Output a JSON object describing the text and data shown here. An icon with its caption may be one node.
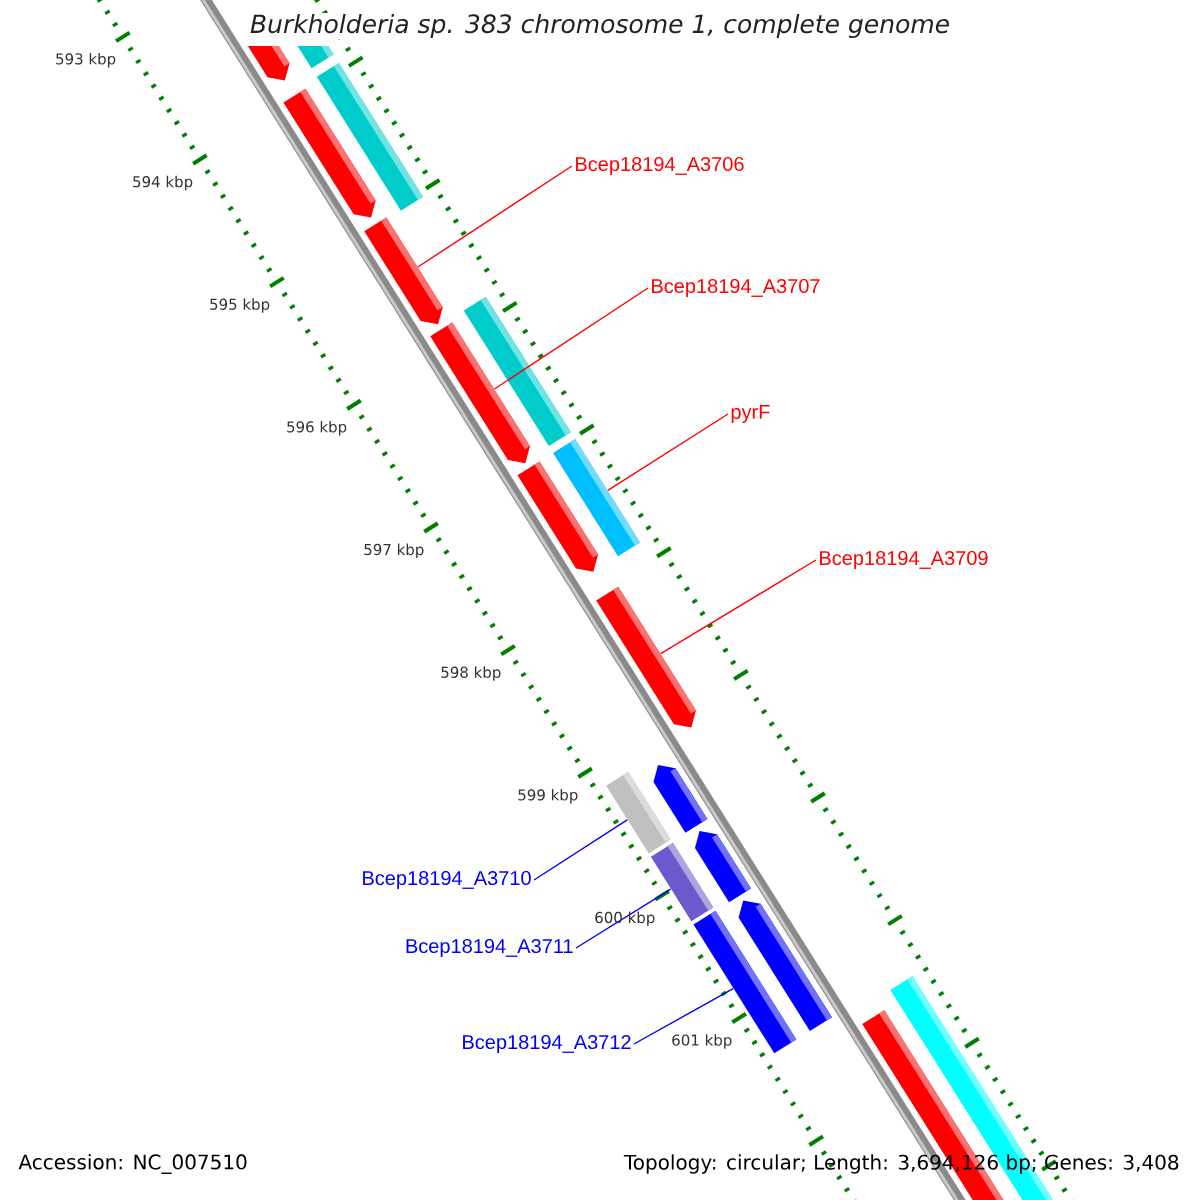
{
  "diagram": {
    "title": "Burkholderia sp. 383 chromosome 1, complete genome",
    "nodes": [
      {
        "text": [
          "Bcep18194_A3706"
        ]
      },
      {
        "text": [
          "Bcep18194_A3707"
        ]
      },
      {
        "text": [
          "pyrF"
        ]
      },
      {
        "text": [
          "Bcep18194_A3709"
        ]
      },
      {
        "text": [
          "Bcep18194_A3710"
        ]
      },
      {
        "text": [
          "Bcep18194_A3711"
        ]
      },
      {
        "text": [
          "Bcep18194_A3712"
        ]
      },
      {
        "text": [],
        "shape": "bar"
      },
      {
        "text": [],
        "shape": "bar"
      },
      {
        "text": [],
        "shape": "bar"
      },
      {
        "text": [],
        "shape": "bar"
      },
      {
        "text": [],
        "shape": "bar"
      },
      {
        "text": [],
        "shape": "bar"
      },
      {
        "text": [],
        "shape": "bar"
      },
      {
        "text": [],
        "shape": "bar"
      },
      {
        "text": [],
        "shape": "bar"
      },
      {
        "text": [],
        "shape": "bar"
      },
      {
        "text": [],
        "shape": "bar"
      },
      {
        "text": [],
        "shape": "bar"
      },
      {
        "text": [],
        "shape": "bar"
      },
      {
        "text": [],
        "shape": "bar"
      },
      {
        "text": [],
        "shape": "bar"
      },
      {
        "text": [],
        "shape": "bar"
      },
      {
        "text": [],
        "shape": "bar"
      },
      {
        "text": [],
        "shape": "bar"
      }
    ],
    "edges": [
      {
        "from": 0,
        "to": 11,
        "arrow": "none"
      },
      {
        "from": 1,
        "to": 13,
        "arrow": "none"
      },
      {
        "from": 2,
        "to": 15,
        "arrow": "none"
      },
      {
        "from": 3,
        "to": 16,
        "arrow": "none"
      },
      {
        "from": 4,
        "to": 17,
        "arrow": "none",
        "color": "#0000ff"
      },
      {
        "from": 5,
        "to": 19,
        "arrow": "none",
        "color": "#0000ff"
      },
      {
        "from": 6,
        "to": 21,
        "arrow": "none",
        "color": "#0000ff"
      }
    ],
    "labels": [
      "593 kbp",
      "594 kbp",
      "595 kbp",
      "596 kbp",
      "597 kbp",
      "598 kbp",
      "599 kbp",
      "600 kbp",
      "601 kbp",
      "Accession: NC_007510",
      "Topology: circular; Length: 3,694,126 bp; Genes: 3,408"
    ]
  }
}
